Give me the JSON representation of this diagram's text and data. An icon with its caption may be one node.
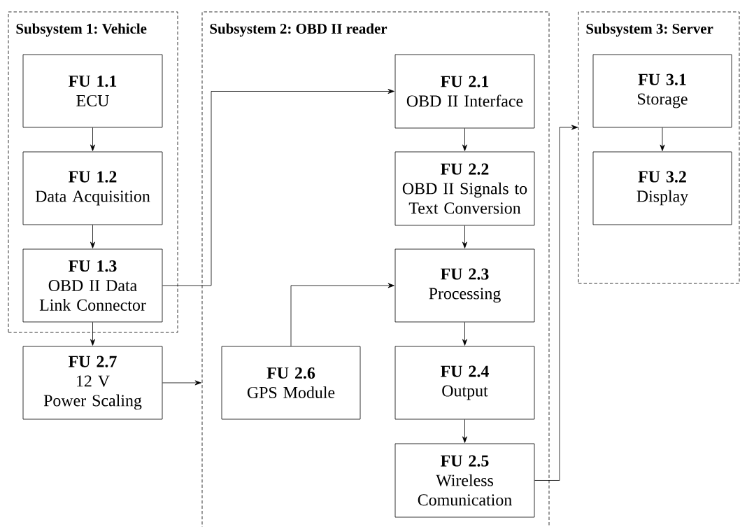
{
  "diagram": {
    "nodes": [
      {
        "text": [
          "Subsystem 1: Vehicle"
        ]
      },
      {
        "text": [
          "FU 1.1",
          "ECU"
        ],
        "in": 0
      },
      {
        "text": [
          "FU 1.2",
          "Data Acquisition"
        ],
        "in": 0
      },
      {
        "text": [
          "FU 1.3",
          "OBD II Data Link Connector"
        ],
        "in": 0
      },
      {
        "text": [
          "Subsystem 2: OBD II reader"
        ]
      },
      {
        "text": [
          "FU 2.1",
          "OBD II Interface"
        ],
        "in": 4
      },
      {
        "text": [
          "FU 2.2",
          "OBD II Signals to Text Conversion"
        ],
        "in": 4
      },
      {
        "text": [
          "FU 2.3",
          "Processing"
        ],
        "in": 4
      },
      {
        "text": [
          "FU 2.4",
          "Output"
        ],
        "in": 4
      },
      {
        "text": [
          "FU 2.5",
          "Wireless Comunication"
        ],
        "in": 4
      },
      {
        "text": [
          "FU 2.6",
          "GPS Module"
        ],
        "in": 4
      },
      {
        "text": [
          "FU 2.7",
          "12 V",
          "Power Scaling"
        ]
      },
      {
        "text": [
          "Subsystem 3: Server"
        ]
      },
      {
        "text": [
          "FU 3.1",
          "Storage"
        ],
        "in": 12
      },
      {
        "text": [
          "FU 3.2",
          "Display"
        ],
        "in": 12
      }
    ],
    "edges": [
      {
        "from": 1,
        "to": 2,
        "arrow": "to"
      },
      {
        "from": 2,
        "to": 3,
        "arrow": "to"
      },
      {
        "from": 3,
        "to": 5,
        "arrow": "to"
      },
      {
        "from": 3,
        "to": 11,
        "arrow": "to"
      },
      {
        "from": 5,
        "to": 6,
        "arrow": "to"
      },
      {
        "from": 6,
        "to": 7,
        "arrow": "to"
      },
      {
        "from": 10,
        "to": 7,
        "arrow": "to"
      },
      {
        "from": 7,
        "to": 8,
        "arrow": "to"
      },
      {
        "from": 8,
        "to": 9,
        "arrow": "to"
      },
      {
        "from": 9,
        "to": 12,
        "arrow": "to"
      },
      {
        "from": 11,
        "to": 4,
        "arrow": "to"
      },
      {
        "from": 13,
        "to": 14,
        "arrow": "to"
      }
    ]
  }
}
